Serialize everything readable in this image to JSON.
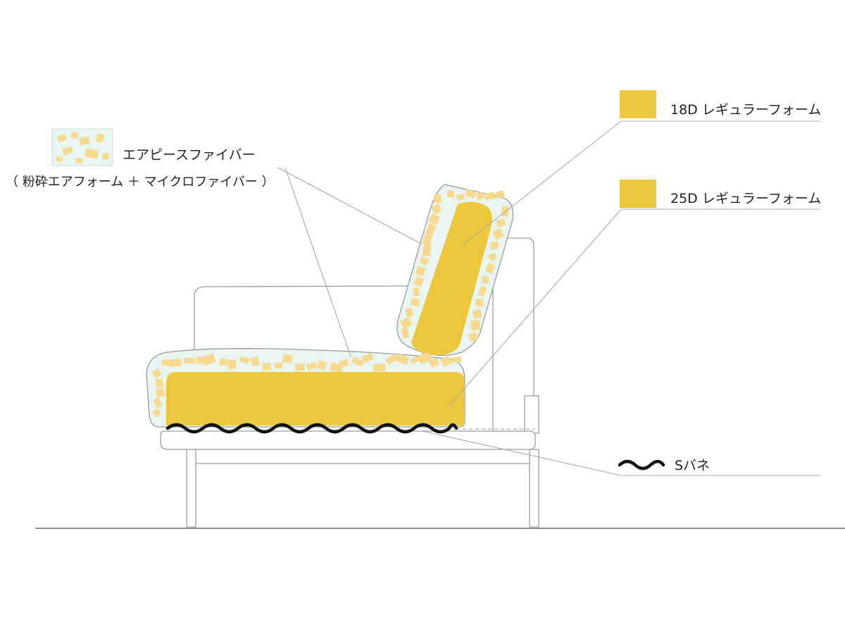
{
  "legend": {
    "air_piece_fiber": {
      "title": "エアピースファイバー",
      "subtitle": "（ 粉砕エアフォーム ＋ マイクロファイバー ）"
    },
    "foam_18d": {
      "label": "18D レギュラーフォーム"
    },
    "foam_25d": {
      "label": "25D レギュラーフォーム"
    },
    "s_spring": {
      "label": "Sバネ"
    }
  },
  "colors": {
    "foam_yellow": "#ECC73B",
    "fiber_bg": "#E8F5F1",
    "fiber_chip": "#F6D98F",
    "outline": "#9A9A9A",
    "leader_line": "#A8A8A8",
    "spring": "#111111"
  }
}
